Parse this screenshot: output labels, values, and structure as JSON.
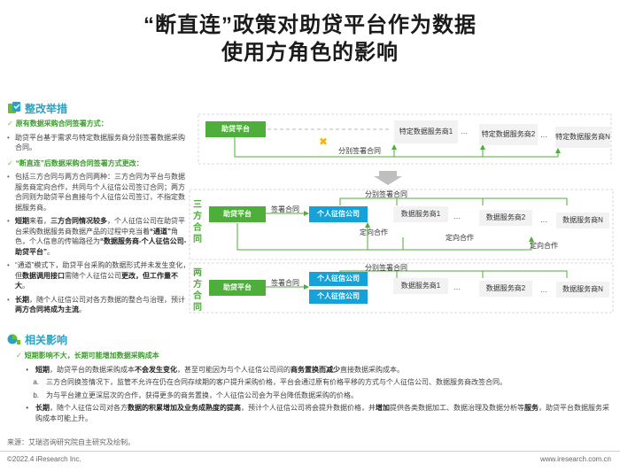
{
  "title": {
    "line1": "“断直连”政策对助贷平台作为数据",
    "line2": "使用方角色的影响"
  },
  "section1": {
    "heading": "整改举措",
    "sub1": "原有数据采购合同签署方式：",
    "sub1_items": [
      "助贷平台基于需求与特定数据服务商分别签署数据采购合同。"
    ],
    "sub2": "“断直连”后数据采购合同签署方式更改：",
    "sub2_items": [
      {
        "text": "包括三方合同与两方合同两种：三方合同为平台与数据服务商定向合作，共同与个人征信公司签订合同；两方合同则为助贷平台直接与个人征信公司签订，不指定数据服务商。"
      },
      {
        "pre": "短期",
        "mid": "来看，",
        "bold2": "三方合同情况较多",
        "text": "，个人征信公司在助贷平台采购数据服务商数据产品的过程中充当着",
        "bold3": "“通道”",
        "text2": "角色，个人信息的传输路径为",
        "bold4": "“数据服务商-个人征信公司-助贷平台”",
        "text3": "。"
      },
      {
        "text": "“通道”模式下，助贷平台采购的数据形式并未发生变化，但",
        "bold": "数据调用接口",
        "text2": "需随个人征信公司",
        "bold2": "更改，但工作量不大",
        "text3": "。"
      },
      {
        "pre": "长期",
        "text": "，随个人征信公司对各方数据的整合与治理，预计",
        "bold2": "两方合同将成为主流",
        "text3": "。"
      }
    ]
  },
  "section2": {
    "heading": "相关影响",
    "sub": "短期影响不大，长期可能增加数据采购成本",
    "items": [
      {
        "idx": "•",
        "pre": "短期",
        "text": "，助贷平台的数据采购成本",
        "bold": "不会发生变化",
        "text2": "，甚至可能因为与个人征信公司间的",
        "bold2": "商务置换而减少",
        "text3": "直接数据采购成本。"
      },
      {
        "idx": "a.",
        "text": "三方合同换签情况下，监管不允许在仍在合同存续期的客户提升采购价格，平台会通过原有价格平移的方式与个人征信公司、数据服务商改签合同。"
      },
      {
        "idx": "b.",
        "text": "为与平台建立更深层次的合作，获得更多的商务置换，个人征信公司会为平台降低数据采购的价格。"
      },
      {
        "idx": "•",
        "pre": "长期",
        "text": "，随个人征信公司对各方",
        "bold": "数据的积累增加及业务成熟度的提高",
        "text2": "，预计个人征信公司将会提升数据价格，并",
        "bold2": "增加",
        "text3": "提供各类数据加工、数据治理及数据分析等",
        "bold3": "服务",
        "text4": "，助贷平台数据服务采购成本可能上升。"
      }
    ]
  },
  "diagram": {
    "top": {
      "platform": "助贷平台",
      "vendors": [
        "特定数据服务商1",
        "特定数据服务商2",
        "特定数据服务商N"
      ],
      "sep_label": "分别签署合同"
    },
    "bottom": {
      "three_party_label": "三方合同",
      "two_party_label": "两方合同",
      "platform": "助贷平台",
      "credit": "个人征信公司",
      "vendors": [
        "数据服务商1",
        "数据服务商2",
        "数据服务商N"
      ],
      "sign": "签署合同",
      "sep_sign": "分别签署合同",
      "directed": "定向合作"
    },
    "dots": "···"
  },
  "footer": {
    "source": "来源：艾瑞咨询研究院自主研究及绘制。",
    "copyright": "©2022.4 iResearch Inc.",
    "url": "www.iresearch.com.cn"
  },
  "colors": {
    "green": "#4dae3a",
    "blue": "#14a2d8",
    "teal": "#27a3c8"
  }
}
